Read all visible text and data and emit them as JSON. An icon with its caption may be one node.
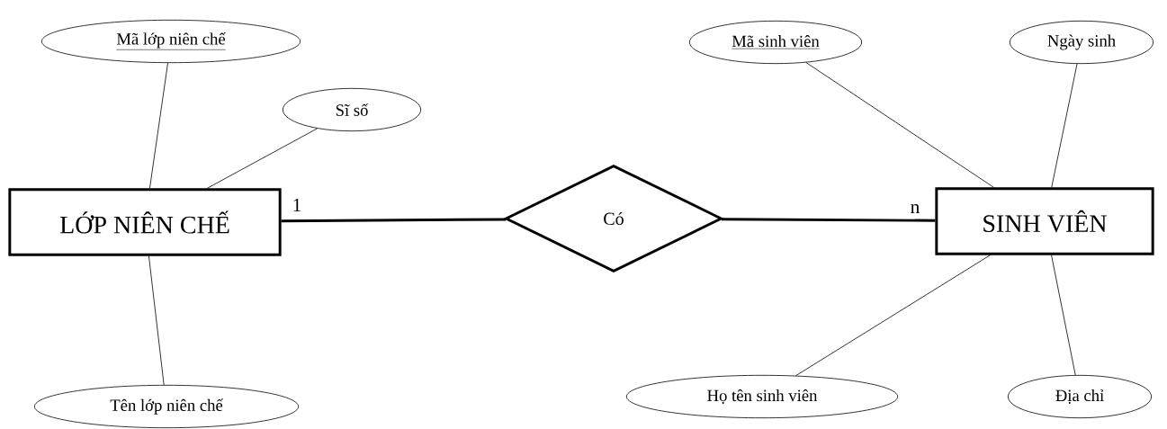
{
  "diagram": {
    "nodes": [
      {
        "text": [
          "LỚP NIÊN CHẾ"
        ]
      },
      {
        "text": [
          "Mã lớp niên chế"
        ]
      },
      {
        "text": [
          "Sĩ số"
        ]
      },
      {
        "text": [
          "Tên lớp niên chế"
        ]
      },
      {
        "text": [
          "Có"
        ]
      },
      {
        "text": [
          "SINH VIÊN"
        ]
      },
      {
        "text": [
          "Mã sinh viên"
        ]
      },
      {
        "text": [
          "Ngày sinh"
        ]
      },
      {
        "text": [
          "Họ tên sinh viên"
        ]
      },
      {
        "text": [
          "Địa chỉ"
        ]
      }
    ],
    "edges": [
      {
        "from": 0,
        "to": 1,
        "arrow": "none"
      },
      {
        "from": 0,
        "to": 2,
        "arrow": "none"
      },
      {
        "from": 0,
        "to": 3,
        "arrow": "none"
      },
      {
        "from": 0,
        "to": 4,
        "arrow": "none",
        "label": "1",
        "style": "thick"
      },
      {
        "from": 4,
        "to": 5,
        "arrow": "none",
        "label": "n",
        "style": "thick"
      },
      {
        "from": 5,
        "to": 6,
        "arrow": "none"
      },
      {
        "from": 5,
        "to": 7,
        "arrow": "none"
      },
      {
        "from": 5,
        "to": 8,
        "arrow": "none"
      },
      {
        "from": 5,
        "to": 9,
        "arrow": "none"
      }
    ]
  }
}
